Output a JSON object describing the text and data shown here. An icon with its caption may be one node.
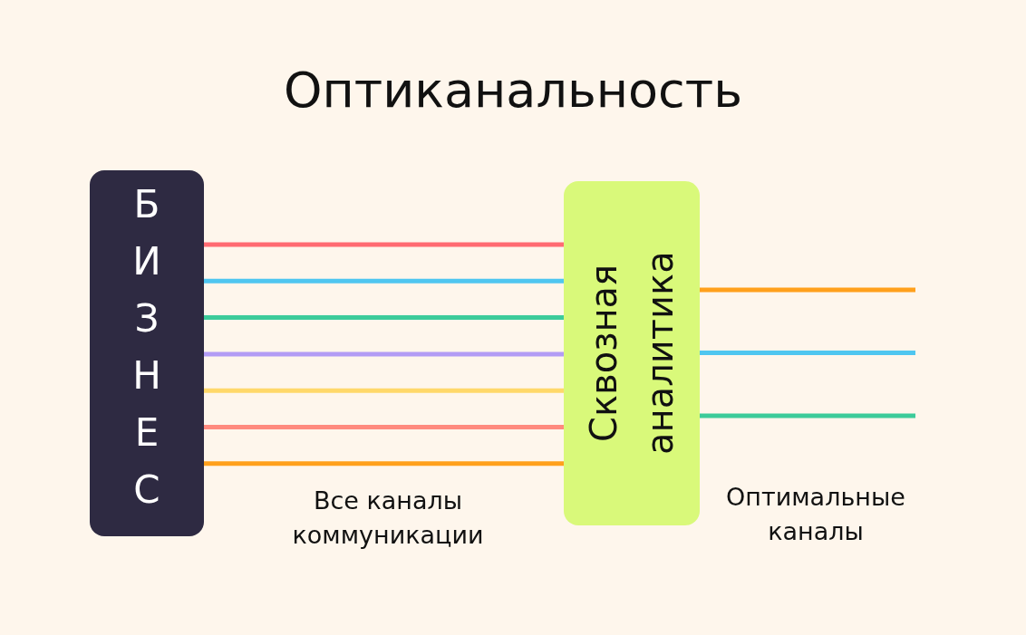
{
  "diagram": {
    "title": "Оптиканальность",
    "nodes": [
      {
        "text": [
          "БИЗНЕС"
        ]
      },
      {
        "text": [
          "Сквозная аналитика"
        ]
      }
    ],
    "edges": [
      {
        "from": 0,
        "to": 1,
        "arrow": "none",
        "color": "#ff6b72"
      },
      {
        "from": 0,
        "to": 1,
        "arrow": "none",
        "color": "#4fc6f0"
      },
      {
        "from": 0,
        "to": 1,
        "arrow": "none",
        "color": "#3ccb9a"
      },
      {
        "from": 0,
        "to": 1,
        "arrow": "none",
        "color": "#b39cf5"
      },
      {
        "from": 0,
        "to": 1,
        "arrow": "none",
        "color": "#ffd86a"
      },
      {
        "from": 0,
        "to": 1,
        "arrow": "none",
        "color": "#ff8a7e"
      },
      {
        "from": 0,
        "to": 1,
        "arrow": "none",
        "color": "#ffa01c"
      },
      {
        "from": 1,
        "to": null,
        "arrow": "none",
        "color": "#ffa01c"
      },
      {
        "from": 1,
        "to": null,
        "arrow": "none",
        "color": "#4fc6f0"
      },
      {
        "from": 1,
        "to": null,
        "arrow": "none",
        "color": "#3ccb9a"
      }
    ],
    "labels": [
      "Все каналы коммуникации",
      "Оптимальные каналы"
    ]
  }
}
